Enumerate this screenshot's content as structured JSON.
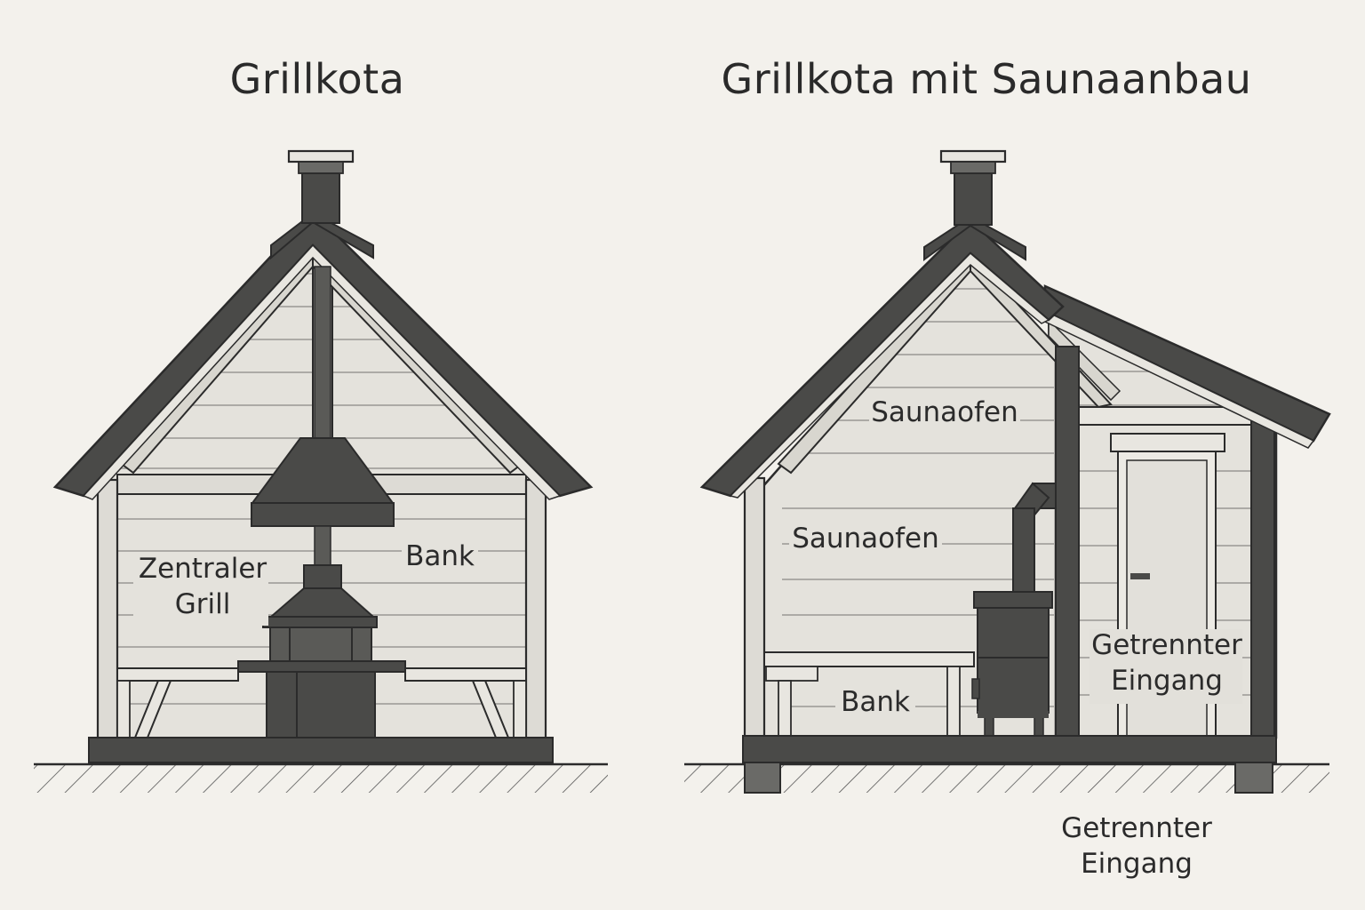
{
  "titles": {
    "left": "Grillkota",
    "right": "Grillkota mit Saunaanbau"
  },
  "left_labels": {
    "grill_line1": "Zentraler",
    "grill_line2": "Grill",
    "bench": "Bank"
  },
  "right_labels": {
    "upper_stove": "Saunaofen",
    "stove": "Saunaofen",
    "bench": "Bank",
    "entrance_inside_line1": "Getrennter",
    "entrance_inside_line2": "Eingang",
    "entrance_below_line1": "Getrennter",
    "entrance_below_line2": "Eingang"
  },
  "colors": {
    "background": "#f3f1ec",
    "wall": "#e4e2dc",
    "dark": "#4a4a48",
    "line": "#2b2b2b"
  }
}
